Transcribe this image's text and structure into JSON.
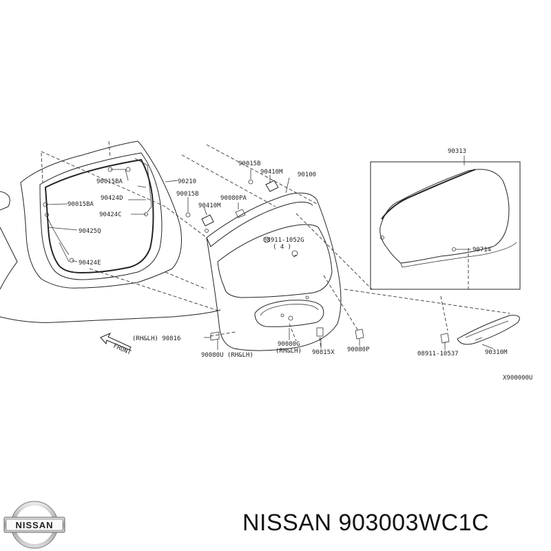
{
  "labels": {
    "p90313": "90313",
    "p90015b_top": "90015B",
    "p90410m_top": "90410M",
    "p90100": "90100",
    "p90015ba_1": "90015BA",
    "p90210": "90210",
    "p90015b_mid": "90015B",
    "p90424d": "90424D",
    "p90080pa": "90080PA",
    "p90015ba_2": "90015BA",
    "p90424c": "90424C",
    "p90410m_mid": "90410M",
    "p90425q": "90425Q",
    "p08911_10526": "08911-1052G",
    "qty4": "( 4 )",
    "p90714": "90714",
    "p90424e": "90424E",
    "rhlh_90816": "(RH&LH) 90816",
    "front": "FRONT",
    "p90080u": "90080U (RH&LH)",
    "p90080g": "90080G",
    "rhlh_2": "(RH&LH)",
    "p90815x": "90815X",
    "p90080p": "90080P",
    "p08911_10537": "08911-10537",
    "p90310m": "90310M",
    "drawing_code": "X900000U"
  },
  "brand": {
    "logo_text": "NISSAN",
    "part_number": "NISSAN 903003WC1C"
  }
}
